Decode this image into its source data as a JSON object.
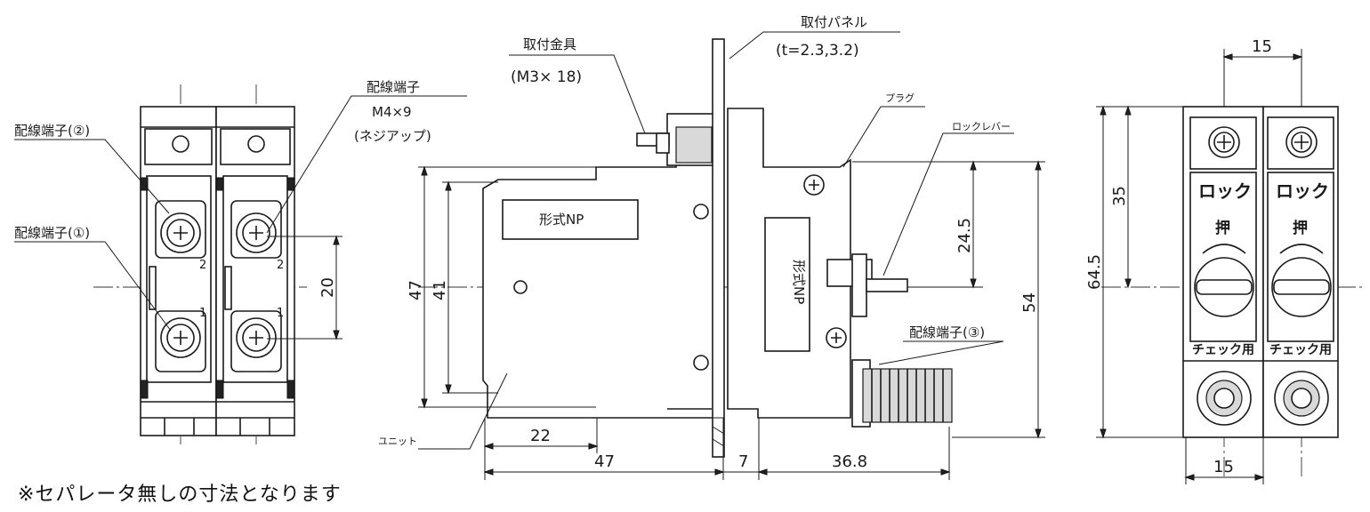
{
  "labels": {
    "wiring_terminal_2": "配線端子(②)",
    "wiring_terminal_1": "配線端子(①)",
    "wiring_terminal": "配線端子",
    "screw_spec": "M4×9",
    "screw_type": "(ネジアップ)",
    "mounting_bracket": "取付金具",
    "bracket_screw": "(M3× 18)",
    "mounting_panel": "取付パネル",
    "panel_thickness": "(t=2.3,3.2)",
    "plug": "プラグ",
    "lock_lever": "ロックレバー",
    "wiring_terminal_3": "配線端子(③)",
    "unit": "ユニット",
    "model_np": "形式NP",
    "model_np_vertical": "形式NP",
    "terminal_num_1": "1",
    "terminal_num_2": "2",
    "lock_text": "ロック",
    "push_text": "押",
    "check_text": "チェック用"
  },
  "dimensions": {
    "d20": "20",
    "d47_height": "47",
    "d41": "41",
    "d22": "22",
    "d47_width": "47",
    "d7": "7",
    "d36_8": "36.8",
    "d24_5": "24.5",
    "d54": "54",
    "d15_top": "15",
    "d15_bottom": "15",
    "d35": "35",
    "d64_5": "64.5"
  },
  "footnote": "※セパレータ無しの寸法となります"
}
